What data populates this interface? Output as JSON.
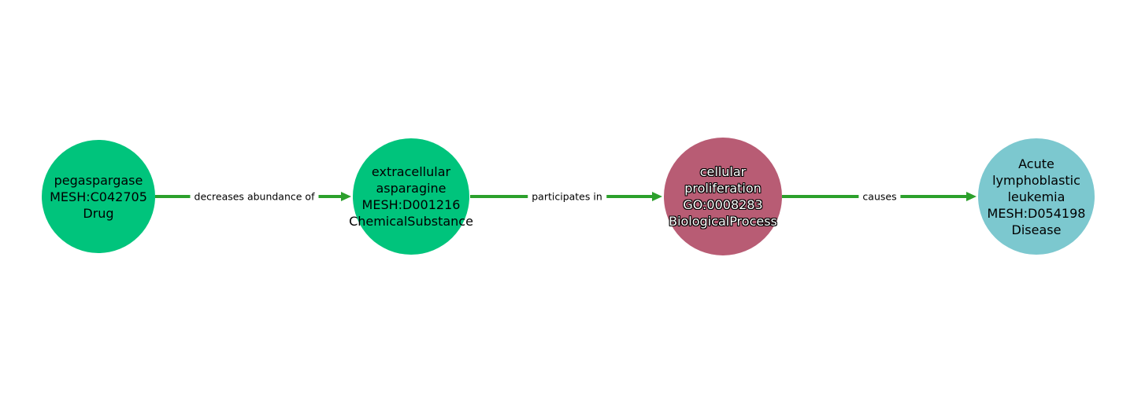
{
  "diagram": {
    "background_color": "#ffffff",
    "edge_color": "#2ca02c",
    "node_colors": {
      "drug": "#00c47c",
      "chemical_substance": "#00c47c",
      "biological_process": "#b85c74",
      "disease": "#7cc8cf"
    },
    "nodes": [
      {
        "lines": [
          "pegaspargase",
          "MESH:C042705",
          "Drug"
        ],
        "fill": "#00c47c",
        "text_color": "#000000"
      },
      {
        "lines": [
          "extracellular",
          "asparagine",
          "MESH:D001216",
          "ChemicalSubstance"
        ],
        "fill": "#00c47c",
        "text_color": "#000000"
      },
      {
        "lines": [
          "cellular",
          "proliferation",
          "GO:0008283",
          "BiologicalProcess"
        ],
        "fill": "#b85c74",
        "text_color": "#ffffff"
      },
      {
        "lines": [
          "Acute",
          "lymphoblastic",
          "leukemia",
          "MESH:D054198",
          "Disease"
        ],
        "fill": "#7cc8cf",
        "text_color": "#000000"
      }
    ],
    "edges": [
      {
        "label_lines": [
          "decreases",
          "abundance of"
        ]
      },
      {
        "label_lines": [
          "participates in"
        ]
      },
      {
        "label_lines": [
          "causes"
        ]
      }
    ]
  }
}
